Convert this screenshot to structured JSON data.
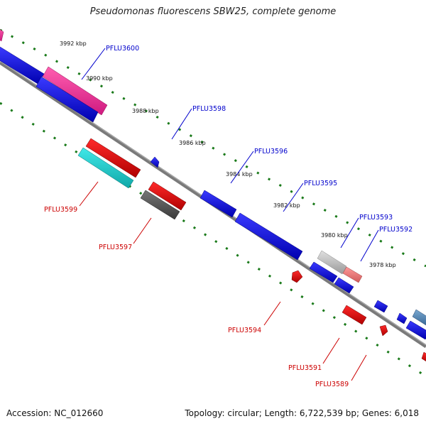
{
  "title": "Pseudomonas fluorescens SBW25, complete genome",
  "footer": {
    "accession": "Accession: NC_012660",
    "summary": "Topology: circular; Length: 6,722,539 bp; Genes: 6,018"
  },
  "ticks": [
    "3992 kbp",
    "3990 kbp",
    "3988 kbp",
    "3986 kbp",
    "3984 kbp",
    "3982 kbp",
    "3980 kbp",
    "3978 kbp"
  ],
  "gene_labels": {
    "PFLU3600": "PFLU3600",
    "PFLU3598": "PFLU3598",
    "PFLU3596": "PFLU3596",
    "PFLU3595": "PFLU3595",
    "PFLU3593": "PFLU3593",
    "PFLU3592": "PFLU3592",
    "PFLU3599": "PFLU3599",
    "PFLU3597": "PFLU3597",
    "PFLU3594": "PFLU3594",
    "PFLU3591": "PFLU3591",
    "PFLU3589": "PFLU3589"
  },
  "colors": {
    "forward_label": "#0000cc",
    "reverse_label": "#cc0000",
    "backbone": "#7a7a7a",
    "dots": "#1a7a1a"
  }
}
